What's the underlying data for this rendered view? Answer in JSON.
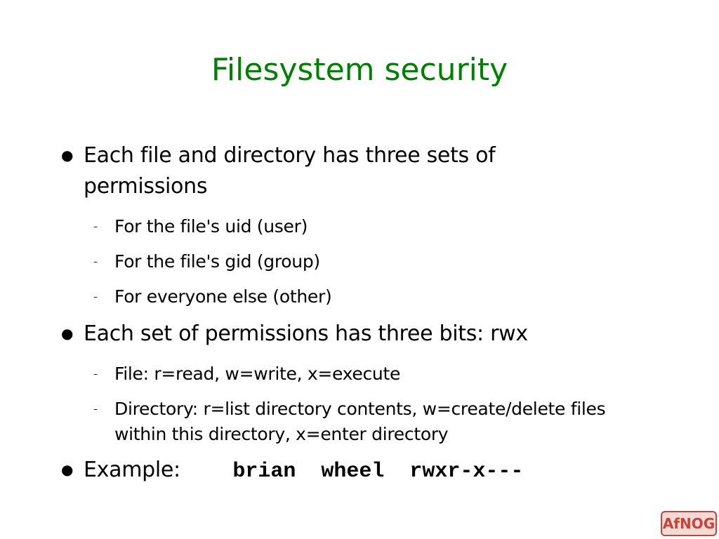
{
  "slide": {
    "title": "Filesystem security",
    "bullets": [
      {
        "line1": "Each file and directory has three sets of",
        "line2": "permissions",
        "subs": [
          "For the file's uid (user)",
          "For the file's gid (group)",
          "For everyone else (other)"
        ]
      },
      {
        "line1": "Each set of permissions has three bits: rwx",
        "subs": [
          {
            "line1": "File: r=read, w=write, x=execute"
          },
          {
            "line1": "Directory: r=list directory contents, w=create/delete files",
            "line2": "within this directory, x=enter directory"
          }
        ]
      },
      {
        "label": "Example:",
        "code": "brian  wheel  rwxr-x---"
      }
    ],
    "bullet_glyph": "●",
    "sub_glyph": "–",
    "logo_text": "AfNOG"
  },
  "colors": {
    "title": "#008000",
    "text": "#000000",
    "logo_border": "#c8423c",
    "logo_fill": "#f4dcd6"
  }
}
